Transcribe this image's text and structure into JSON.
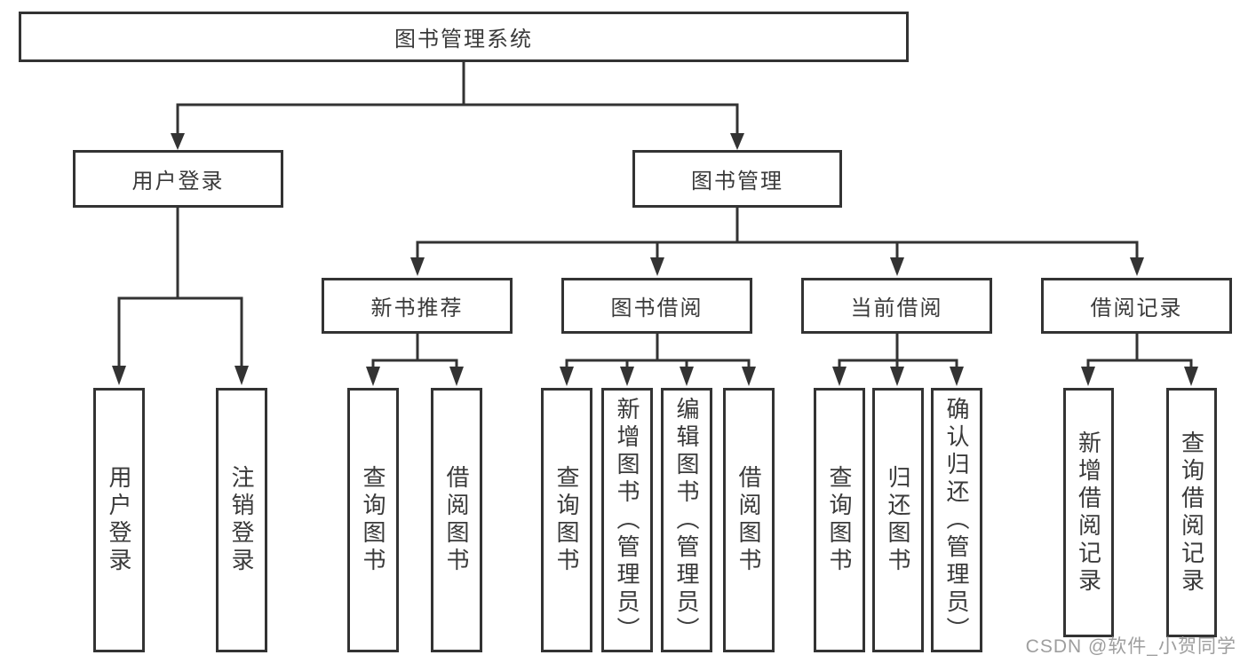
{
  "tree": {
    "root": "图书管理系统",
    "level2": {
      "user_login": "用户登录",
      "book_management": "图书管理"
    },
    "level3": {
      "new_book_recommend": "新书推荐",
      "book_borrowing": "图书借阅",
      "current_borrowing": "当前借阅",
      "borrowing_records": "借阅记录"
    },
    "leaves": {
      "login_user_login": "用户登录",
      "login_logout": "注销登录",
      "recommend_query_books": "查询图书",
      "recommend_borrow_books": "借阅图书",
      "borrowing_query_books": "查询图书",
      "borrowing_add_books": "新增图书（管理员）",
      "borrowing_edit_books": "编辑图书（管理员）",
      "borrowing_borrow_books": "借阅图书",
      "current_query_books": "查询图书",
      "current_return_books": "归还图书",
      "current_confirm_return": "确认归还（管理员）",
      "records_add_record": "新增借阅记录",
      "records_query_record": "查询借阅记录"
    }
  },
  "watermark": "CSDN @软件_小贺同学",
  "colors": {
    "line": "#333333",
    "box_border": "#333333",
    "box_fill": "#ffffff",
    "text": "#3a3a3a",
    "watermark_text": "#9e9e9e",
    "background": "#ffffff"
  }
}
